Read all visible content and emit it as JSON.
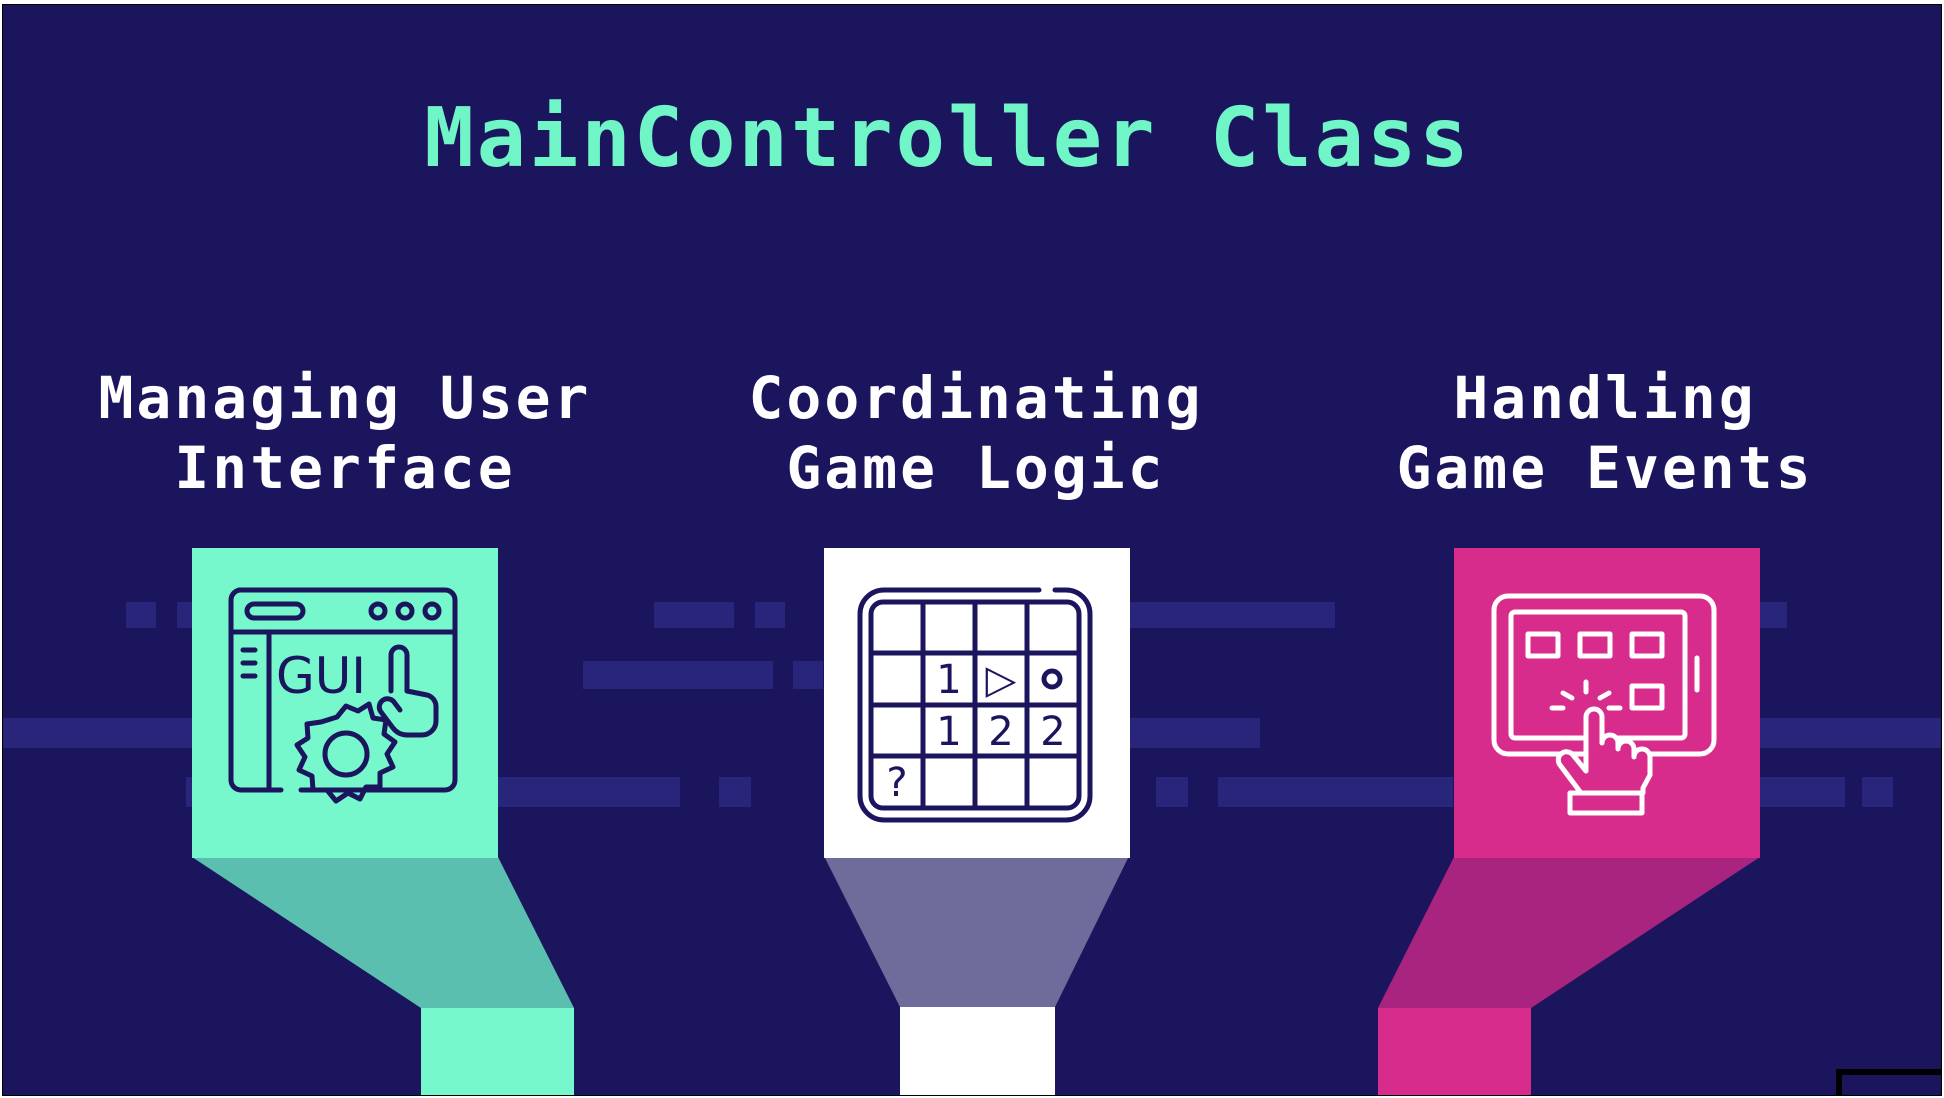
{
  "title": "MainController Class",
  "colors": {
    "background": "#1b155e",
    "title": "#6ff5c6",
    "heading": "#ffffff",
    "mint": "#76f7cc",
    "white": "#ffffff",
    "magenta": "#d82c8c",
    "icon_stroke": "#1b155e"
  },
  "columns": [
    {
      "heading_line1": "Managing User",
      "heading_line2": "Interface",
      "icon_name": "gui-window-icon",
      "icon_text": "GUI",
      "color": "mint"
    },
    {
      "heading_line1": "Coordinating",
      "heading_line2": "Game Logic",
      "icon_name": "game-grid-icon",
      "grid_cells": [
        "1",
        "▷",
        "1",
        "2",
        "2",
        "?"
      ],
      "color": "white"
    },
    {
      "heading_line1": "Handling",
      "heading_line2": "Game Events",
      "icon_name": "touch-tablet-icon",
      "color": "magenta"
    }
  ]
}
